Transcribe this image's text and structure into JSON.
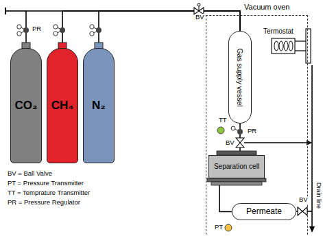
{
  "diagram": {
    "nodes": [
      {
        "text": [
          "CO₂"
        ]
      },
      {
        "text": [
          "CH₄"
        ]
      },
      {
        "text": [
          "N₂"
        ]
      },
      {
        "text": [
          "Vacuum oven"
        ]
      },
      {
        "text": [
          "Gas supply vessel"
        ],
        "in": 3
      },
      {
        "text": [
          "Separation cell"
        ],
        "in": 3
      },
      {
        "text": [
          "Permeate"
        ],
        "in": 3
      }
    ],
    "edges": [
      {
        "from": 0,
        "to": 4,
        "arrow": "none"
      },
      {
        "from": 1,
        "to": 4,
        "arrow": "none"
      },
      {
        "from": 2,
        "to": 4,
        "arrow": "none"
      },
      {
        "from": 4,
        "to": 5,
        "arrow": "none"
      },
      {
        "from": 5,
        "to": 6,
        "arrow": "none"
      }
    ],
    "labels": [
      "PR",
      "BV",
      "Termostat",
      "TT",
      "PR",
      "BV",
      "PT",
      "BV",
      "Drain line",
      "BV = Ball Valve",
      "PT = Pressure Transmitter",
      "TT = Temprature Transmitter",
      "PR = Pressure Regulator"
    ]
  }
}
